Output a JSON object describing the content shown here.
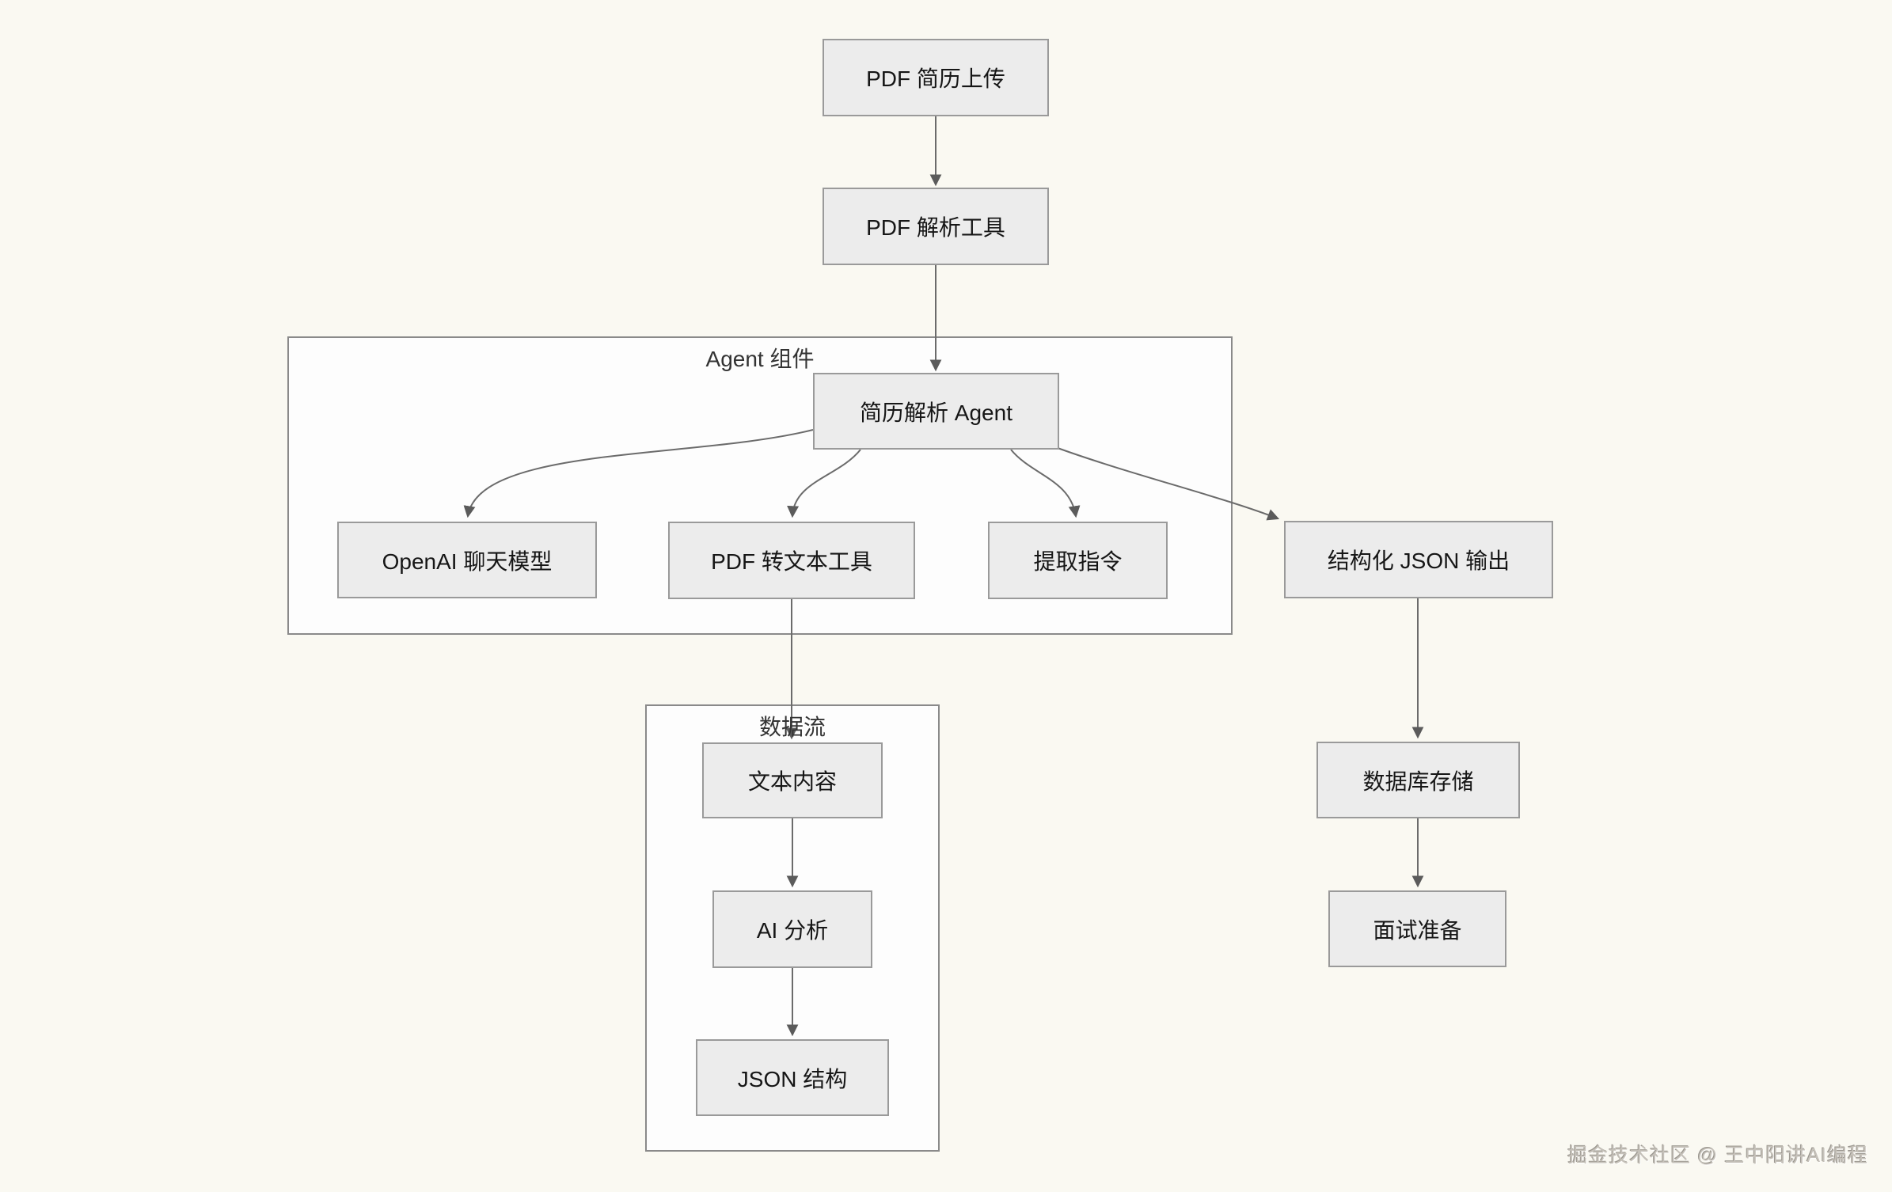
{
  "diagram": {
    "groups": {
      "agent_components": {
        "label": "Agent 组件"
      },
      "data_flow": {
        "label": "数据流"
      }
    },
    "nodes": {
      "pdf_upload": {
        "label": "PDF 简历上传"
      },
      "pdf_parser": {
        "label": "PDF 解析工具"
      },
      "resume_agent": {
        "label": "简历解析 Agent"
      },
      "openai_chat": {
        "label": "OpenAI 聊天模型"
      },
      "pdf_to_text": {
        "label": "PDF 转文本工具"
      },
      "extract_prompt": {
        "label": "提取指令"
      },
      "structured_json": {
        "label": "结构化 JSON 输出"
      },
      "text_content": {
        "label": "文本内容"
      },
      "ai_analysis": {
        "label": "AI 分析"
      },
      "json_structure": {
        "label": "JSON 结构"
      },
      "db_storage": {
        "label": "数据库存储"
      },
      "interview_prep": {
        "label": "面试准备"
      }
    },
    "edges": [
      {
        "from": "pdf_upload",
        "to": "pdf_parser"
      },
      {
        "from": "pdf_parser",
        "to": "resume_agent"
      },
      {
        "from": "resume_agent",
        "to": "openai_chat"
      },
      {
        "from": "resume_agent",
        "to": "pdf_to_text"
      },
      {
        "from": "resume_agent",
        "to": "extract_prompt"
      },
      {
        "from": "resume_agent",
        "to": "structured_json"
      },
      {
        "from": "pdf_to_text",
        "to": "text_content"
      },
      {
        "from": "text_content",
        "to": "ai_analysis"
      },
      {
        "from": "ai_analysis",
        "to": "json_structure"
      },
      {
        "from": "structured_json",
        "to": "db_storage"
      },
      {
        "from": "db_storage",
        "to": "interview_prep"
      }
    ],
    "watermark": "掘金技术社区 @ 王中阳讲AI编程",
    "colors": {
      "background": "#faf9f2",
      "group_fill": "#fdfdfd",
      "group_border": "#8a8a8a",
      "node_fill": "#ececec",
      "node_border": "#9a9a9a",
      "arrow": "#6b6b6b",
      "text": "#161616"
    }
  }
}
